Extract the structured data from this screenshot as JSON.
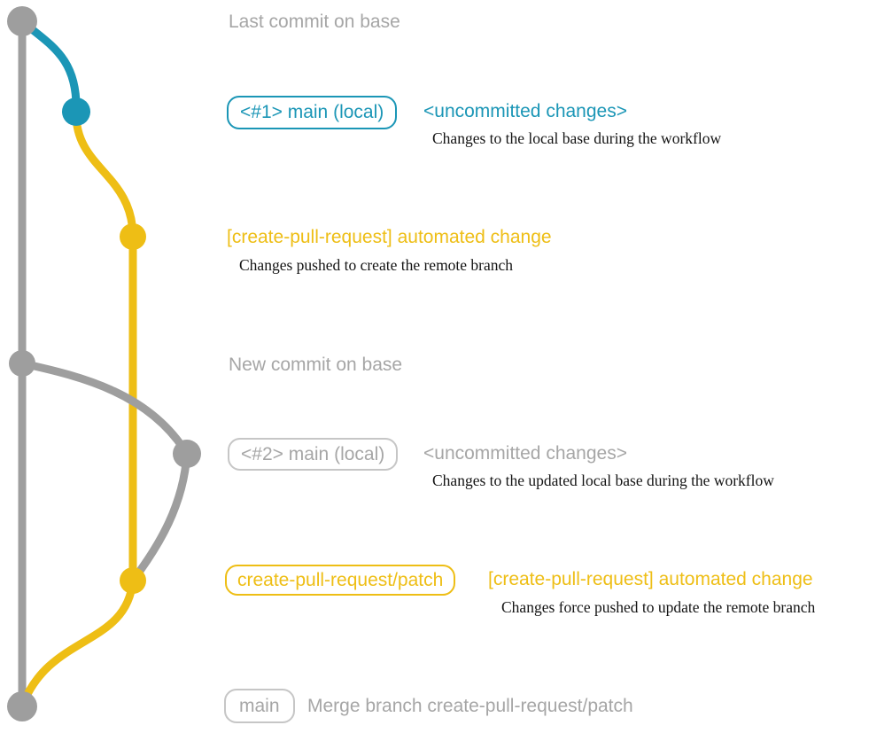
{
  "colors": {
    "line_gray": "#9e9e9e",
    "text_gray": "#a6a6a6",
    "badge_gray_border": "#c6c6c6",
    "teal": "#1b96b6",
    "yellow": "#eebe15",
    "note_black": "#141414",
    "background": "#ffffff"
  },
  "captions": {
    "last_commit": "Last commit on base",
    "new_commit": "New commit on base",
    "merge_commit": "Merge branch create-pull-request/patch"
  },
  "badges": {
    "main_local_1": "<#1> main (local)",
    "main_local_2": "<#2> main (local)",
    "cpr_patch": "create-pull-request/patch",
    "main": "main"
  },
  "titles": {
    "uncommitted_1": "<uncommitted changes>",
    "uncommitted_2": "<uncommitted changes>",
    "automated_change_1": "[create-pull-request] automated change",
    "automated_change_2": "[create-pull-request] automated change"
  },
  "notes": {
    "local_base": "Changes to the local base during the workflow",
    "pushed_create": "Changes pushed to create the remote branch",
    "updated_local_base": "Changes to the updated local base during the workflow",
    "force_pushed": "Changes force pushed to update the remote branch"
  },
  "graph": {
    "nodes": [
      {
        "id": "base-top",
        "color": "#9e9e9e",
        "label": "Last commit on base"
      },
      {
        "id": "main-local-1",
        "color": "#1b96b6",
        "label": "<#1> main (local) <uncommitted changes>"
      },
      {
        "id": "patch-1",
        "color": "#eebe15",
        "label": "[create-pull-request] automated change"
      },
      {
        "id": "base-new",
        "color": "#9e9e9e",
        "label": "New commit on base"
      },
      {
        "id": "main-local-2",
        "color": "#9e9e9e",
        "label": "<#2> main (local) <uncommitted changes>"
      },
      {
        "id": "patch-2",
        "color": "#eebe15",
        "label": "create-pull-request/patch [create-pull-request] automated change"
      },
      {
        "id": "base-merge",
        "color": "#9e9e9e",
        "label": "main Merge branch create-pull-request/patch"
      }
    ],
    "edges": [
      {
        "from": "base-top",
        "to": "base-merge",
        "color": "#9e9e9e"
      },
      {
        "from": "base-top",
        "to": "main-local-1",
        "color": "#1b96b6"
      },
      {
        "from": "main-local-1",
        "to": "patch-1",
        "color": "#eebe15"
      },
      {
        "from": "patch-1",
        "to": "patch-2",
        "color": "#eebe15"
      },
      {
        "from": "base-new",
        "to": "main-local-2",
        "color": "#9e9e9e"
      },
      {
        "from": "main-local-2",
        "to": "patch-2",
        "color": "#9e9e9e"
      },
      {
        "from": "patch-2",
        "to": "base-merge",
        "color": "#eebe15"
      }
    ]
  }
}
